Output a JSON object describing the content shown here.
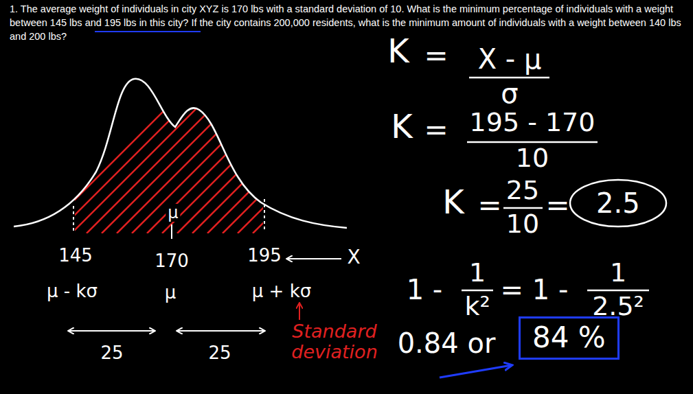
{
  "diagram": {
    "title": "1. The average weight of individuals in city XYZ is 170 lbs with a standard deviation of 10. What is the minimum percentage of individuals with a weight between 145 lbs and 195 lbs in this city? If the city contains 200,000 residents, what is the minimum amount of individuals with a weight between 140 lbs and 200 lbs?",
    "nodes": [
      {
        "text": [
          "2.5"
        ]
      },
      {
        "text": [
          "84 %"
        ]
      }
    ],
    "labels": [
      "K",
      "=",
      "X - μ",
      "σ",
      "K",
      "=",
      "195 - 170",
      "10",
      "K",
      "=",
      "25",
      "10",
      "=",
      "1 -",
      "1",
      "k²",
      "= 1 -",
      "1",
      "2.5²",
      "0.84 or",
      "μ",
      "145",
      "170",
      "195",
      "X",
      "μ - kσ",
      "μ",
      "μ + kσ",
      "Standard deviation",
      "25",
      "25"
    ]
  }
}
